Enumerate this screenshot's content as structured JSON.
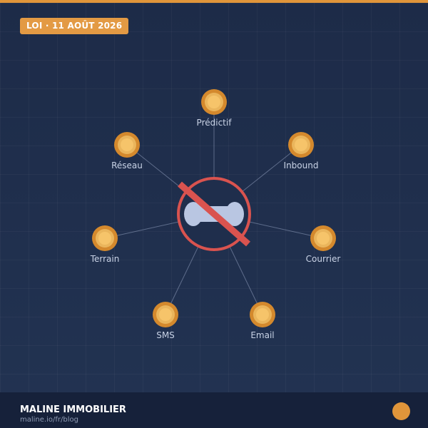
{
  "badge": {
    "text": "LOI · 11 AOÛT 2026"
  },
  "diagram": {
    "center_icon": "prohibited-phone-icon",
    "nodes": [
      {
        "label": "Prédictif"
      },
      {
        "label": "Inbound"
      },
      {
        "label": "Courrier"
      },
      {
        "label": "Email"
      },
      {
        "label": "SMS"
      },
      {
        "label": "Terrain"
      },
      {
        "label": "Réseau"
      }
    ]
  },
  "footer": {
    "brand": "MALINE IMMOBILIER",
    "url": "maline.io/fr/blog"
  },
  "colors": {
    "accent": "#e0953a",
    "prohibition": "#d9534f",
    "background": "#1f2e4c",
    "node_outer": "#d4892d",
    "node_inner": "#f6c46a"
  }
}
